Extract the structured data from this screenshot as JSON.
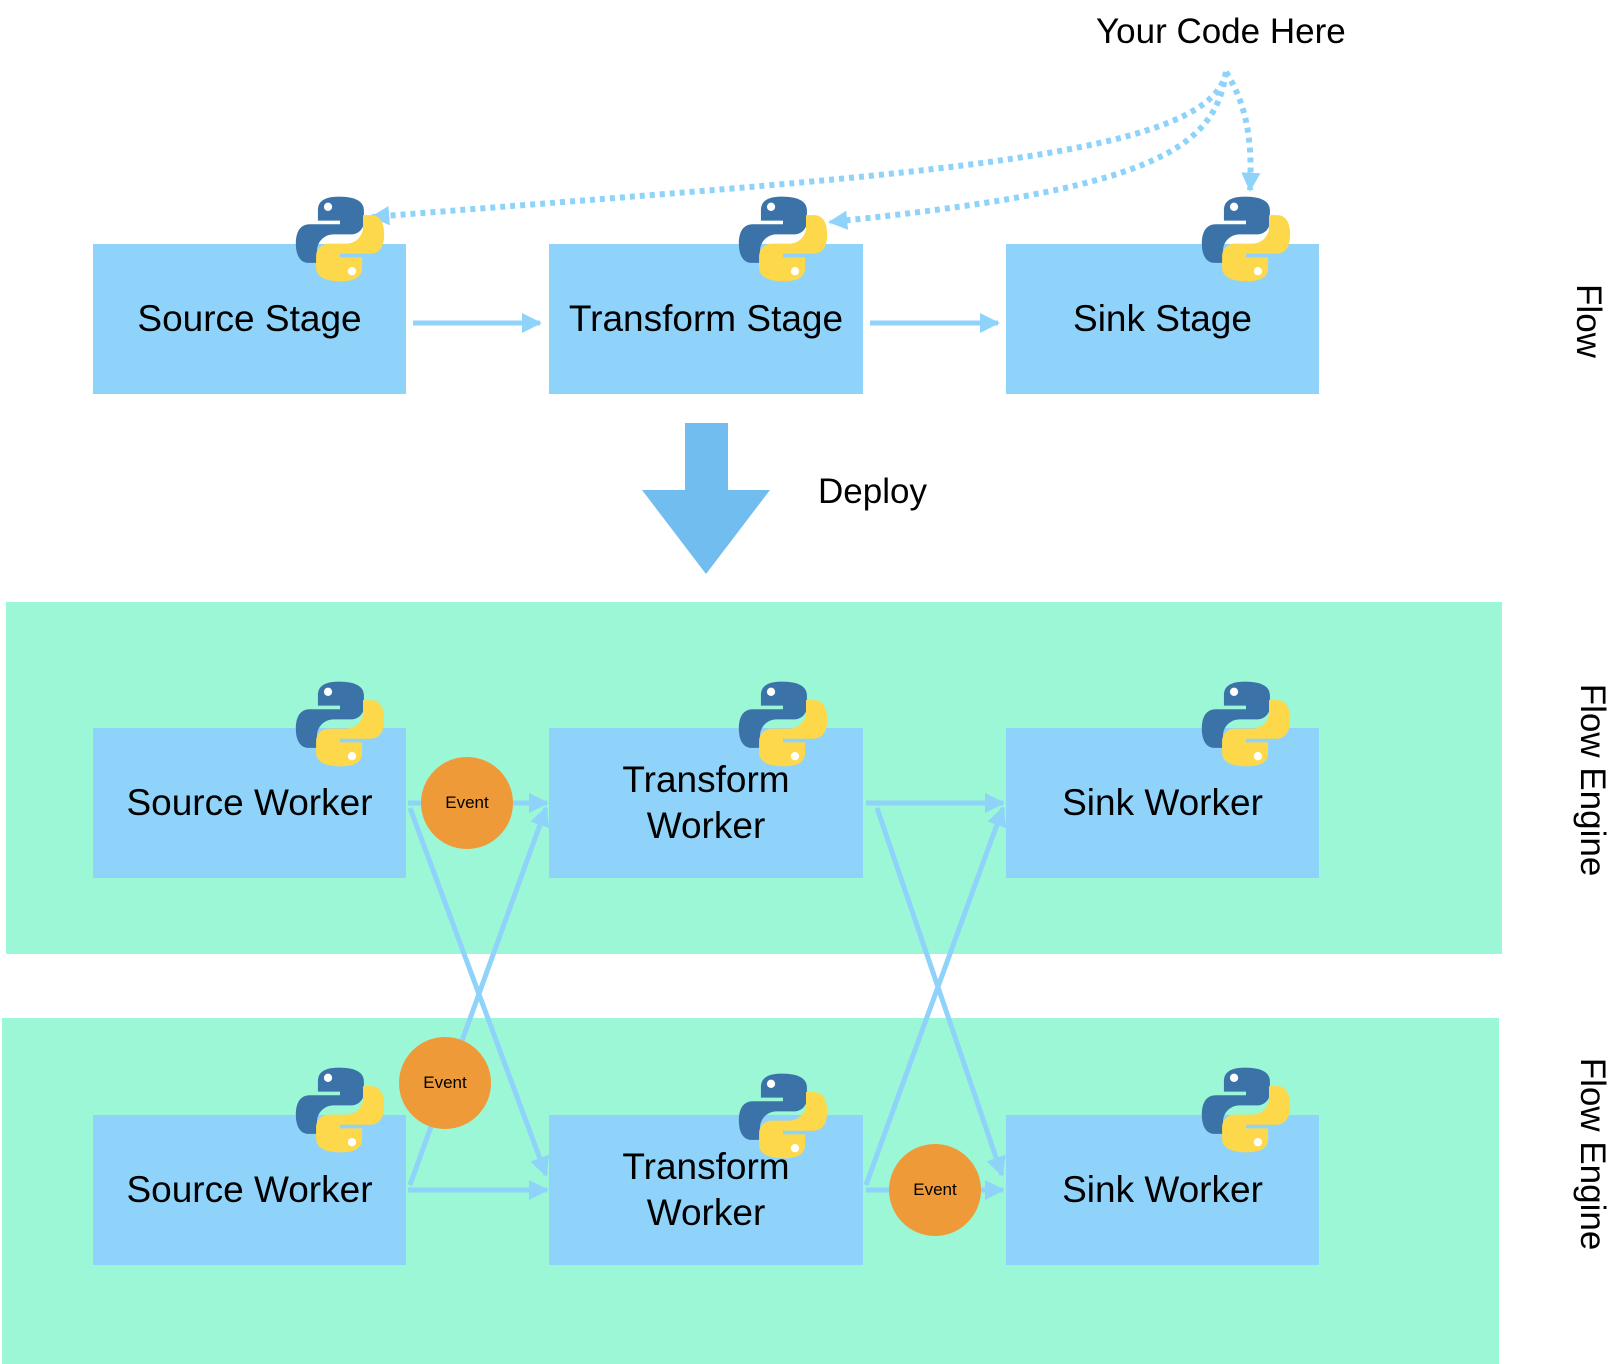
{
  "code_callout": "Your Code Here",
  "deploy_label": "Deploy",
  "flow": {
    "side_label": "Flow",
    "stages": [
      {
        "label": "Source Stage"
      },
      {
        "label": "Transform Stage"
      },
      {
        "label": "Sink Stage"
      }
    ]
  },
  "engines": [
    {
      "side_label": "Flow Engine",
      "workers": [
        {
          "label": "Source Worker"
        },
        {
          "label": "Transform Worker"
        },
        {
          "label": "Sink Worker"
        }
      ],
      "event_label": "Event"
    },
    {
      "side_label": "Flow Engine",
      "workers": [
        {
          "label": "Source Worker"
        },
        {
          "label": "Transform Worker"
        },
        {
          "label": "Sink Worker"
        }
      ],
      "event_labels": [
        "Event",
        "Event"
      ]
    }
  ],
  "icon": "python-logo-icon",
  "colors": {
    "box": "#8fd3fb",
    "engine_panel": "#9bf7d5",
    "arrow": "#8fd3fb",
    "deploy_arrow": "#72bdef",
    "event": "#ef9a38",
    "python_blue": "#3b73a8",
    "python_yellow": "#fcd84a"
  }
}
